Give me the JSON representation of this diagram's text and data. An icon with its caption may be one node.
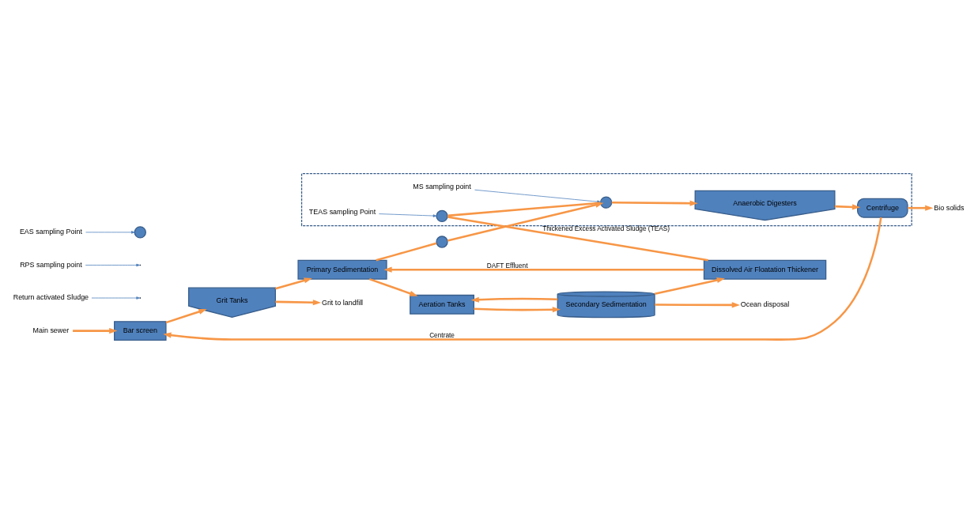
{
  "diagram": {
    "nodes": [
      {
        "text": [
          "Main sewer"
        ]
      },
      {
        "text": [
          "Bar screen"
        ]
      },
      {
        "text": [
          "Grit Tanks"
        ]
      },
      {
        "text": [
          "Primary Sedimentation"
        ]
      },
      {
        "text": [
          "Aeration Tanks"
        ]
      },
      {
        "text": [
          "Ocean disposal"
        ]
      },
      {
        "text": [],
        "shape": "circle"
      },
      {
        "text": [
          "Return activated Sludge"
        ]
      },
      {
        "text": [
          "RPS sampling point"
        ]
      },
      {
        "text": [
          "Grit to landfill"
        ]
      },
      {
        "text": [
          "Secondary Sedimentation"
        ]
      },
      {
        "text": [
          "EAS sampling Point"
        ]
      },
      {
        "text": [
          "Bio solids"
        ]
      },
      {
        "text": [],
        "shape": "circle"
      },
      {
        "text": [],
        "shape": "box"
      },
      {
        "text": [
          "MS sampling point"
        ],
        "in": 14
      },
      {
        "text": [
          "Centrifuge"
        ],
        "in": 14
      },
      {
        "text": [
          "Anaerobic Digesters"
        ],
        "in": 14
      },
      {
        "text": [
          "Dissolved Air Floatation Thickener"
        ]
      },
      {
        "text": [
          "TEAS sampling Point"
        ],
        "in": 14
      },
      {
        "text": [],
        "shape": "circle",
        "in": 14
      },
      {
        "text": [],
        "shape": "circle",
        "in": 14
      }
    ],
    "edges": [
      {
        "from": 0,
        "to": 1,
        "arrow": "to"
      },
      {
        "from": 1,
        "to": 2,
        "arrow": "to"
      },
      {
        "from": 2,
        "to": 3,
        "arrow": "to"
      },
      {
        "from": 3,
        "to": 4,
        "arrow": "to"
      },
      {
        "from": 2,
        "to": 9,
        "arrow": "to"
      },
      {
        "from": 4,
        "to": 10,
        "arrow": "to"
      },
      {
        "from": 10,
        "to": 5,
        "arrow": "to"
      },
      {
        "from": 10,
        "to": 4,
        "arrow": "to"
      },
      {
        "from": 3,
        "to": 6,
        "arrow": "none"
      },
      {
        "from": 6,
        "to": 20,
        "arrow": "to"
      },
      {
        "from": 8,
        "to": null,
        "arrow": "to",
        "color": "#4a7ebb"
      },
      {
        "from": 7,
        "to": null,
        "arrow": "to",
        "color": "#4a7ebb"
      },
      {
        "from": 10,
        "to": 18,
        "arrow": "to"
      },
      {
        "from": 11,
        "to": 13,
        "arrow": "to",
        "color": "#4a7ebb"
      },
      {
        "from": 18,
        "to": 3,
        "arrow": "to",
        "label": "DAFT Effluent"
      },
      {
        "from": 18,
        "to": 21,
        "arrow": "none",
        "label": "Thickened Excess Activated Sludge (TEAS)"
      },
      {
        "from": 21,
        "to": 20,
        "arrow": "none"
      },
      {
        "from": 20,
        "to": 17,
        "arrow": "to"
      },
      {
        "from": 19,
        "to": 21,
        "arrow": "to",
        "color": "#4a7ebb"
      },
      {
        "from": 15,
        "to": 20,
        "arrow": "to",
        "color": "#4a7ebb"
      },
      {
        "from": 17,
        "to": 16,
        "arrow": "to"
      },
      {
        "from": 16,
        "to": 12,
        "arrow": "to"
      },
      {
        "from": 16,
        "to": 1,
        "arrow": "to",
        "label": "Centrate"
      }
    ]
  }
}
